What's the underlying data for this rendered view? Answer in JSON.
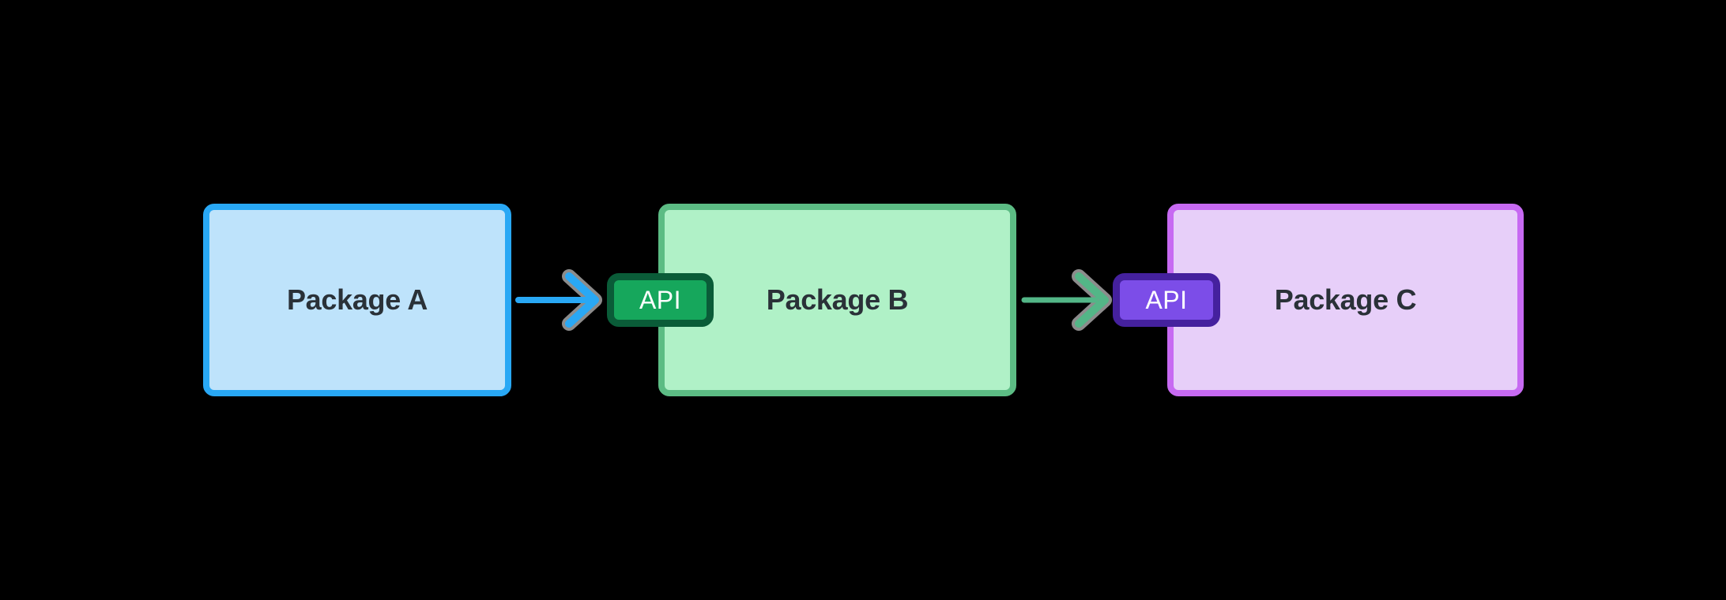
{
  "canvas": {
    "background": "#000000"
  },
  "diagram": {
    "shadow_color": "#8A8A8A",
    "nodes": [
      {
        "id": "package-a",
        "label": "Package A",
        "fill": "#BEE3FB",
        "border": "#29A8F5",
        "label_color": "#2A3138"
      },
      {
        "id": "package-b",
        "label": "Package B",
        "fill": "#B0F1C7",
        "border": "#5CBC84",
        "label_color": "#2A3138",
        "api_badge": {
          "label": "API",
          "fill": "#16A75C",
          "border": "#0A5C38",
          "label_color": "#FFFFFF"
        }
      },
      {
        "id": "package-c",
        "label": "Package C",
        "fill": "#E7CFF9",
        "border": "#C76AF2",
        "label_color": "#2A3138",
        "api_badge": {
          "label": "API",
          "fill": "#7C4DE8",
          "border": "#45219E",
          "label_color": "#FFFFFF"
        }
      }
    ],
    "arrows": [
      {
        "from": "package-a",
        "to": "package-b-api",
        "color": "#29A8F5",
        "shadow_color": "#8C8C8C"
      },
      {
        "from": "package-b",
        "to": "package-c-api",
        "color": "#53B687",
        "shadow_color": "#8C8C8C"
      }
    ]
  }
}
